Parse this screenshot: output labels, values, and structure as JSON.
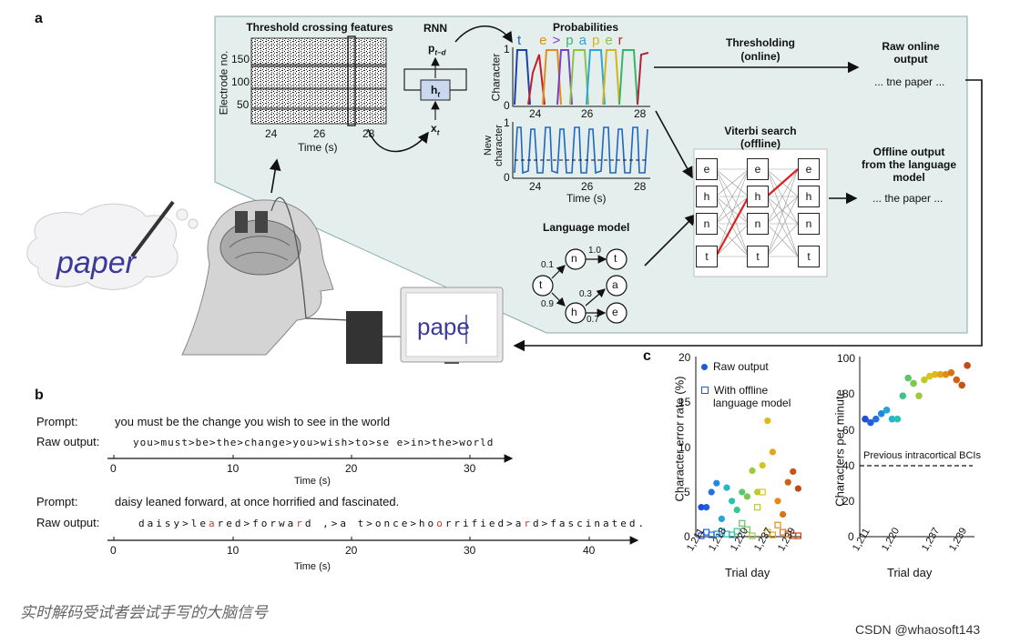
{
  "panel_a": {
    "letter": "a",
    "threshold_title": "Threshold crossing features",
    "electrode_label": "Electrode no.",
    "electrode_ticks": [
      "150",
      "100",
      "50"
    ],
    "time_ticks_a": [
      "24",
      "26",
      "28"
    ],
    "time_label": "Time (s)",
    "rnn_title": "RNN",
    "rnn_p": "p",
    "rnn_p_sub": "t−d",
    "rnn_h": "h",
    "rnn_h_sub": "t",
    "rnn_x": "x",
    "rnn_x_sub": "t",
    "prob_title": "Probabilities",
    "prob_letters": [
      "t",
      "e",
      ">",
      "p",
      "a",
      "p",
      "e",
      "r"
    ],
    "prob_ylabel": "Character",
    "newchar_ylabel": "New character",
    "y_ticks_01": [
      "1",
      "0"
    ],
    "thresholding_title": "Thresholding",
    "thresholding_sub": "(online)",
    "raw_online_title": "Raw online output",
    "raw_online_text": "... tne paper ...",
    "viterbi_title": "Viterbi search",
    "viterbi_sub": "(offline)",
    "viterbi_nodes": [
      "e",
      "h",
      "n",
      "t"
    ],
    "offline_title": "Offline output from the language model",
    "offline_text": "... the paper ...",
    "lm_title": "Language model",
    "lm_nodes": [
      "t",
      "n",
      "h",
      "t",
      "a",
      "e"
    ],
    "lm_probs": [
      "0.1",
      "0.9",
      "1.0",
      "0.3",
      "0.7"
    ],
    "paper_word": "paper",
    "screen_text": "pape"
  },
  "panel_b": {
    "letter": "b",
    "prompt_label": "Prompt:",
    "raw_label": "Raw output:",
    "prompt1": "you must be the change you wish to see in the world",
    "raw1": "you>must>be>the>change>you>wish>to>se e>in>the>world",
    "ticks1": [
      "0",
      "10",
      "20",
      "30"
    ],
    "prompt2": "daisy leaned forward, at once horrified and fascinated.",
    "raw2_parts": [
      "daisy>le",
      "a",
      "re",
      "d>forwa",
      "r",
      "d ,>a t>once>ho",
      "o",
      "rrified>",
      "a",
      "r",
      "d>fascinated."
    ],
    "ticks2": [
      "0",
      "10",
      "20",
      "30",
      "40"
    ],
    "time_label": "Time (s)"
  },
  "panel_c": {
    "letter": "c",
    "left_ylabel": "Character error rate (%)",
    "left_yticks": [
      "20",
      "15",
      "10",
      "5",
      "0"
    ],
    "legend_raw": "Raw output",
    "legend_offline_1": "With offline",
    "legend_offline_2": "language model",
    "right_ylabel": "Characters per minute",
    "right_yticks": [
      "100",
      "80",
      "60",
      "40",
      "20",
      "0"
    ],
    "prev_label": "Previous intracortical BCIs",
    "xlabel": "Trial day",
    "left_xticks": [
      "1,211",
      "1,218",
      "1,220",
      "1,237",
      "1,239"
    ],
    "right_xticks": [
      "1,211",
      "1,220",
      "1,237",
      "1,239"
    ]
  },
  "chart_data": [
    {
      "type": "scatter",
      "ylabel": "Character error rate (%)",
      "xlabel": "Trial day",
      "ylim": [
        0,
        20
      ],
      "categories": [
        "1,211",
        "1,218",
        "1,220",
        "1,237",
        "1,239"
      ],
      "series": [
        {
          "name": "Raw output",
          "values": [
            3.3,
            3.3,
            5.0,
            6.0,
            2.0,
            5.5,
            4.0,
            3.0,
            5.0,
            4.5,
            7.4,
            5.0,
            8.0,
            13.0,
            9.5,
            4.0,
            2.5,
            6.1,
            7.3,
            5.4
          ]
        },
        {
          "name": "With offline language model",
          "values": [
            0.1,
            0.5,
            0.2,
            0.3,
            0.6,
            0.3,
            0.2,
            0.6,
            1.5,
            0.8,
            0.1,
            3.3,
            5.0,
            0.5,
            0.2,
            1.3,
            0.5,
            0.3,
            0.1,
            0.1
          ]
        }
      ]
    },
    {
      "type": "scatter",
      "ylabel": "Characters per minute",
      "xlabel": "Trial day",
      "ylim": [
        0,
        100
      ],
      "categories": [
        "1,211",
        "1,220",
        "1,237",
        "1,239"
      ],
      "series": [
        {
          "name": "",
          "values": [
            66,
            64,
            66,
            69,
            71,
            66,
            66,
            79,
            89,
            86,
            79,
            88,
            90,
            91,
            91,
            91,
            92,
            88,
            85,
            96
          ]
        }
      ],
      "annotations": [
        {
          "label": "Previous intracortical BCIs",
          "y": 39
        }
      ]
    }
  ],
  "colors": {
    "panel_bg": "#e4efed",
    "red": "#d1352b",
    "screen_text": "#3c3a98"
  },
  "caption": "实时解码受试者尝试手写的大脑信号",
  "watermark": "CSDN @whaosoft143"
}
